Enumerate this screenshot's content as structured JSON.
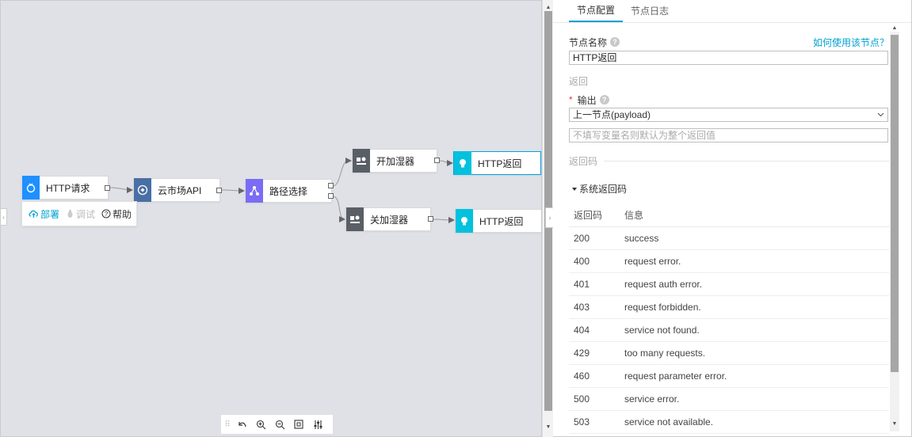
{
  "canvas": {
    "nodes": [
      {
        "id": "http-request",
        "label": "HTTP请求",
        "icon": "http-request-icon",
        "color": "#1e90ff"
      },
      {
        "id": "cloud-api",
        "label": "云市场API",
        "icon": "api-icon",
        "color": "#4a6fa5"
      },
      {
        "id": "route",
        "label": "路径选择",
        "icon": "route-icon",
        "color": "#7b6cf6"
      },
      {
        "id": "humidifier-on",
        "label": "开加湿器",
        "icon": "device-icon",
        "color": "#5a5f66"
      },
      {
        "id": "humidifier-off",
        "label": "关加湿器",
        "icon": "device-icon",
        "color": "#5a5f66"
      },
      {
        "id": "http-return-1",
        "label": "HTTP返回",
        "icon": "bulb-icon",
        "color": "#00c1de"
      },
      {
        "id": "http-return-2",
        "label": "HTTP返回",
        "icon": "bulb-icon",
        "color": "#00c1de"
      }
    ],
    "popover": {
      "deploy": "部署",
      "debug": "调试",
      "help": "帮助"
    },
    "toolbar": [
      "drag-handle-icon",
      "undo-icon",
      "zoom-in-icon",
      "zoom-out-icon",
      "fit-icon",
      "settings-icon"
    ]
  },
  "panel": {
    "tabs": [
      {
        "label": "节点配置",
        "active": true
      },
      {
        "label": "节点日志",
        "active": false
      }
    ],
    "node_name_label": "节点名称",
    "help_link": "如何使用该节点？",
    "node_name_value": "HTTP返回",
    "return_section": "返回",
    "output_label": "输出",
    "output_value": "上一节点(payload)",
    "var_placeholder": "不填写变量名则默认为整个返回值",
    "return_code_section": "返回码",
    "system_codes_label": "系统返回码",
    "table": {
      "headers": [
        "返回码",
        "信息"
      ],
      "rows": [
        [
          "200",
          "success"
        ],
        [
          "400",
          "request error."
        ],
        [
          "401",
          "request auth error."
        ],
        [
          "403",
          "request forbidden."
        ],
        [
          "404",
          "service not found."
        ],
        [
          "429",
          "too many requests."
        ],
        [
          "460",
          "request parameter error."
        ],
        [
          "500",
          "service error."
        ],
        [
          "503",
          "service not available."
        ]
      ]
    }
  },
  "colors": {
    "accent": "#00a0d2",
    "canvas_bg": "#dfe1e6",
    "required": "#e4393c"
  }
}
